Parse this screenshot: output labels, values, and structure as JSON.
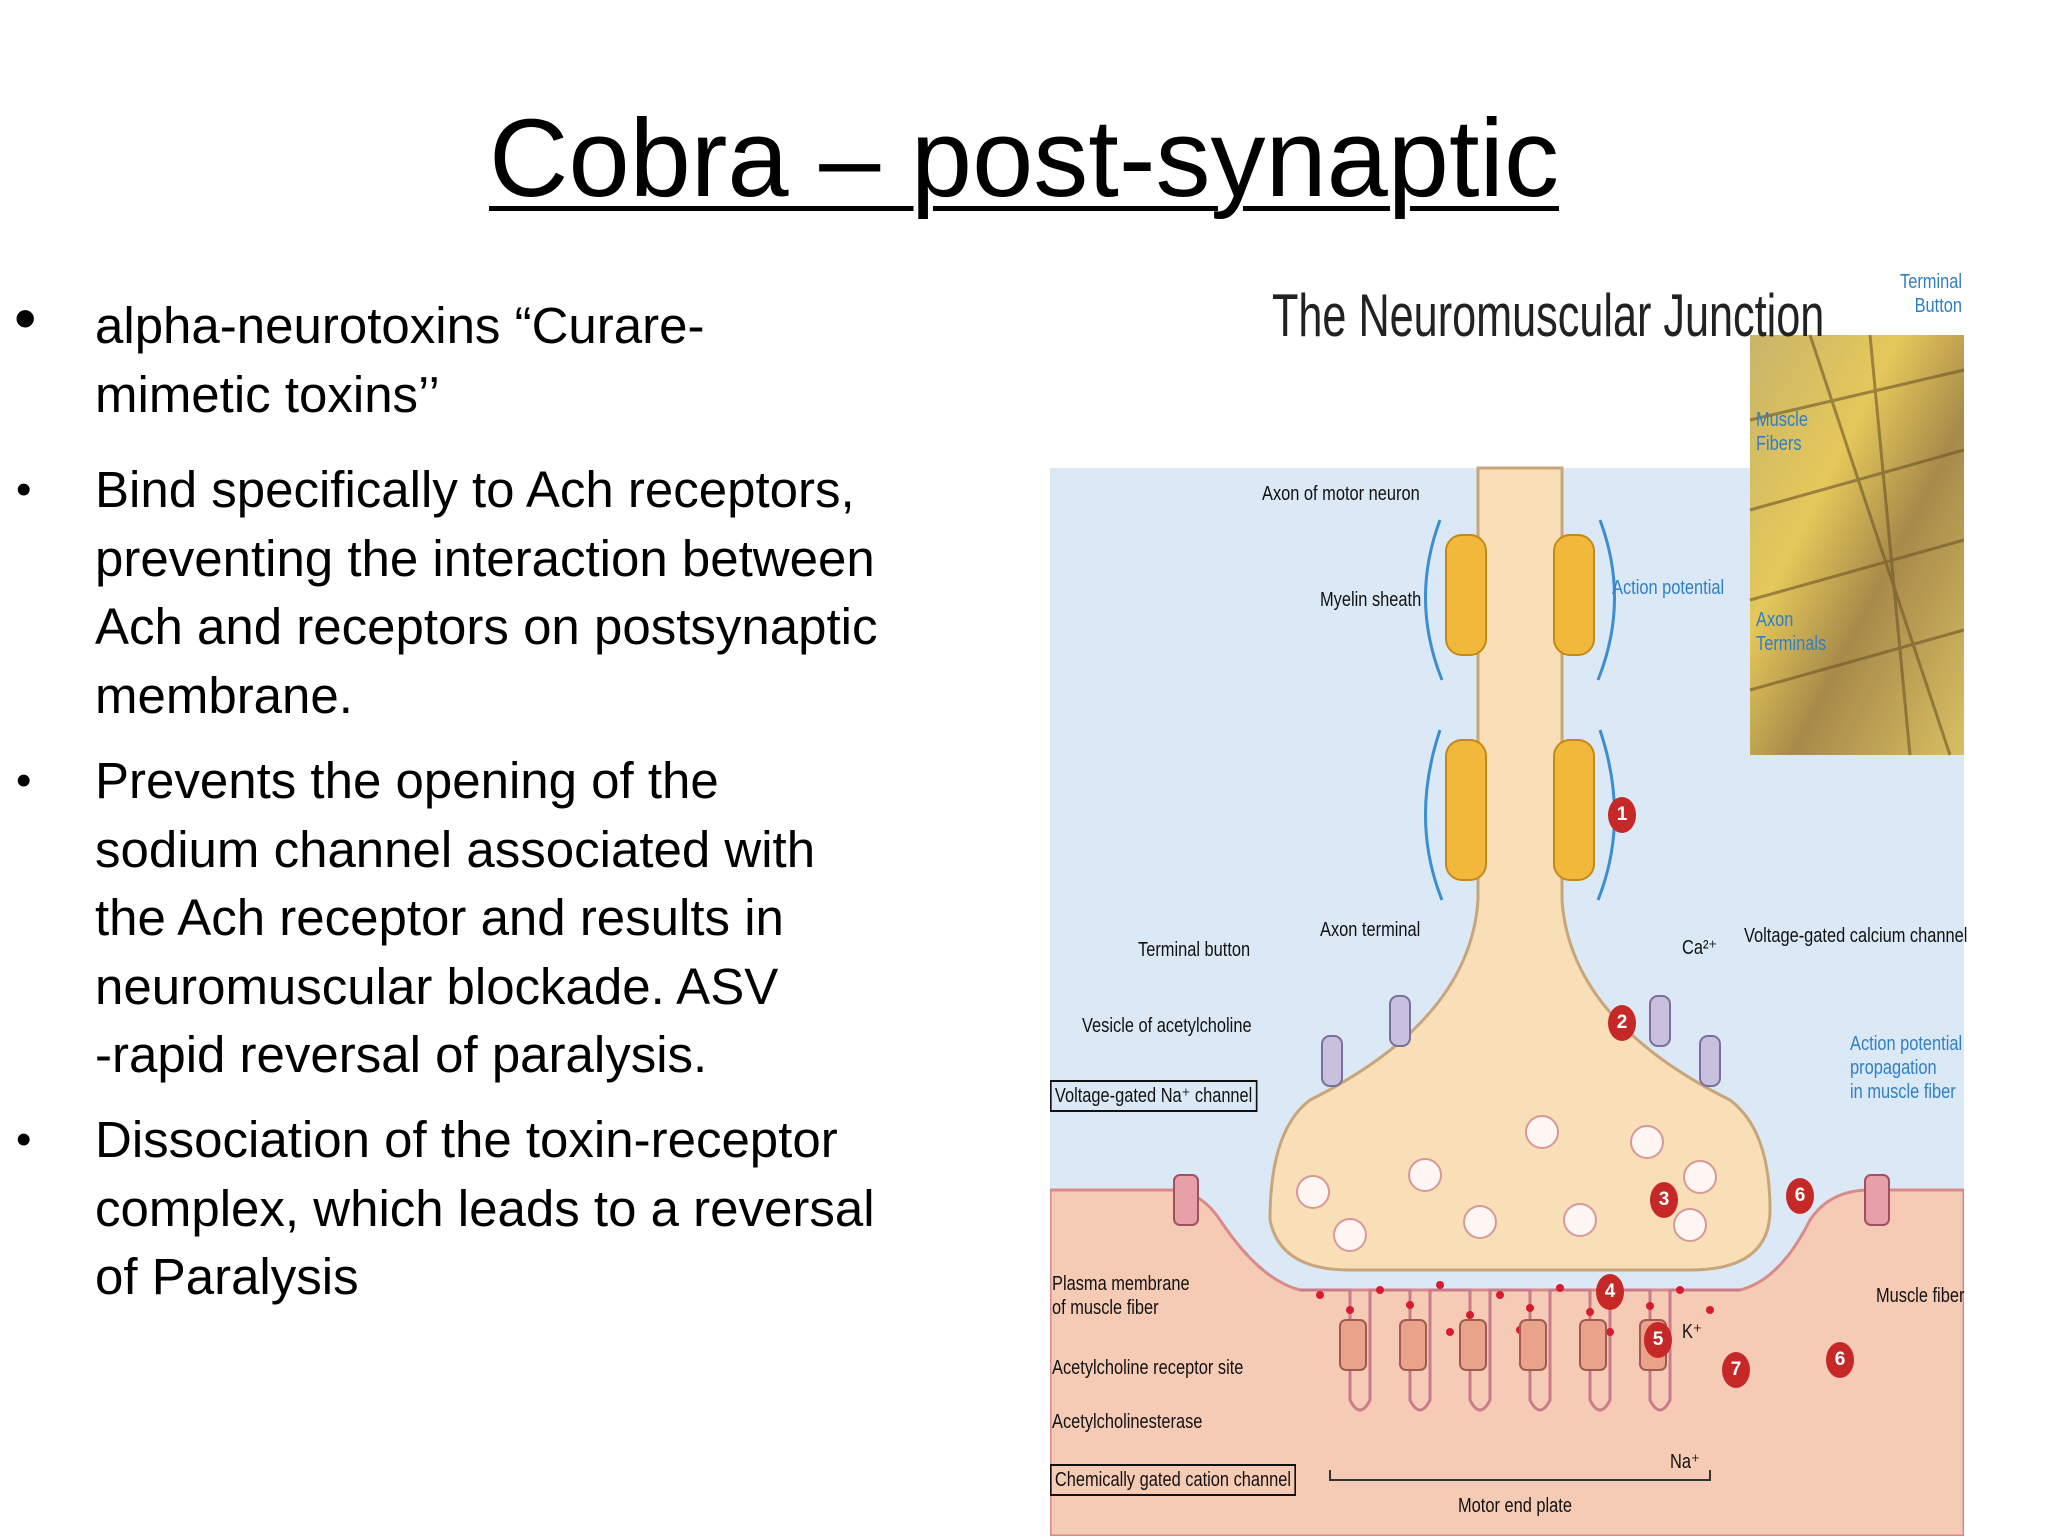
{
  "slide": {
    "title": "Cobra – post-synaptic",
    "bullets": [
      " alpha-neurotoxins “Curare-\nmimetic toxins’’",
      "Bind specifically to Ach receptors,\npreventing the interaction between\nAch and receptors on postsynaptic\nmembrane.",
      "Prevents the opening of the\nsodium channel associated with\nthe Ach receptor and results in\nneuromuscular blockade. ASV\n-rapid reversal of paralysis.",
      " Dissociation of the toxin-receptor\ncomplex, which leads to a reversal\nof Paralysis"
    ],
    "bullet_symbol": "•"
  },
  "figure": {
    "title": "The Neuromuscular Junction",
    "labels": {
      "axon": "Axon of motor neuron",
      "myelin": "Myelin sheath",
      "action_potential": "Action potential",
      "axon_terminal": "Axon terminal",
      "terminal_button": "Terminal button",
      "vesicle": "Vesicle of acetylcholine",
      "na_channel": "Voltage-gated Na⁺ channel",
      "plasma_membrane": "Plasma membrane\nof muscle fiber",
      "ach_receptor_site": "Acetylcholine receptor site",
      "acetylcholinesterase": "Acetylcholinesterase",
      "chem_gated": "Chemically gated cation channel",
      "motor_end_plate": "Motor end plate",
      "ca": "Ca²⁺",
      "voltage_ca": "Voltage-gated calcium channel",
      "ap_propagation": "Action potential\npropagation\nin muscle fiber",
      "muscle_fiber": "Muscle fiber",
      "k": "K⁺",
      "na": "Na⁺",
      "inset_terminal_button": "Terminal\nButton",
      "inset_muscle_fibers": "Muscle\nFibers",
      "inset_axon_terminals": "Axon\nTerminals"
    },
    "steps": [
      "1",
      "2",
      "3",
      "4",
      "5",
      "6",
      "6",
      "7"
    ]
  },
  "colors": {
    "background_blue": "#dbe8f6",
    "neuron": "#f8dfb8",
    "muscle": "#f6cbb6",
    "myelin": "#f2b83c",
    "vesicle_dot": "#d81b2e",
    "step_badge": "#c62828",
    "label_blue": "#2f7fc5"
  }
}
